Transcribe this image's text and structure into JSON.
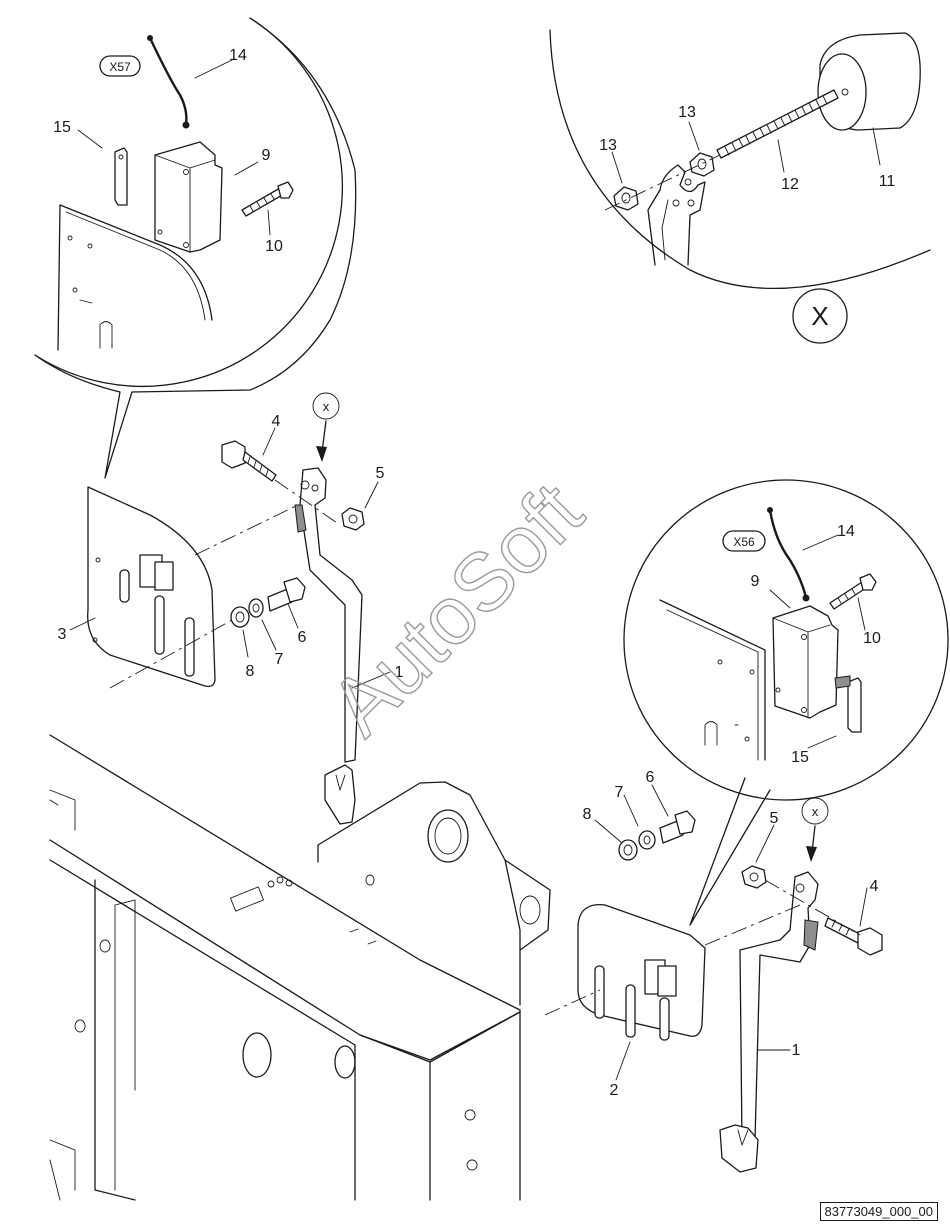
{
  "labels": {
    "p1": "1",
    "p2": "2",
    "p3": "3",
    "p4": "4",
    "p5": "5",
    "p6": "6",
    "p7": "7",
    "p8": "8",
    "p9": "9",
    "p10": "10",
    "p11": "11",
    "p12": "12",
    "p13": "13",
    "p14": "14",
    "p15": "15"
  },
  "connectors": {
    "left": "X57",
    "right": "X56"
  },
  "view_marker": "X",
  "view_marker_small": "x",
  "watermark": "AutoSoft",
  "document_id": "83773049_000_00"
}
